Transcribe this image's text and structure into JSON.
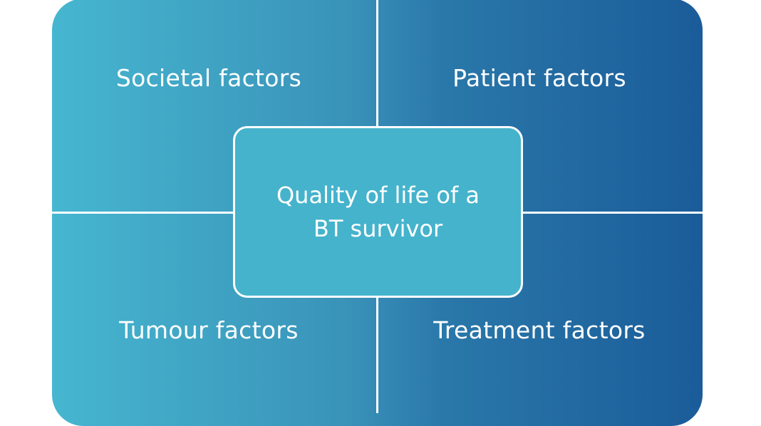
{
  "diagram": {
    "center": {
      "line1": "Quality of life of a",
      "line2": "BT survivor"
    },
    "quadrants": {
      "top_left": "Societal factors",
      "top_right": "Patient factors",
      "bottom_left": "Tumour factors",
      "bottom_right": "Treatment factors"
    },
    "colors": {
      "gradient_start": "#46b6d0",
      "gradient_end": "#1a5c99",
      "center_fill": "#45b3cc",
      "text": "#ffffff"
    }
  }
}
